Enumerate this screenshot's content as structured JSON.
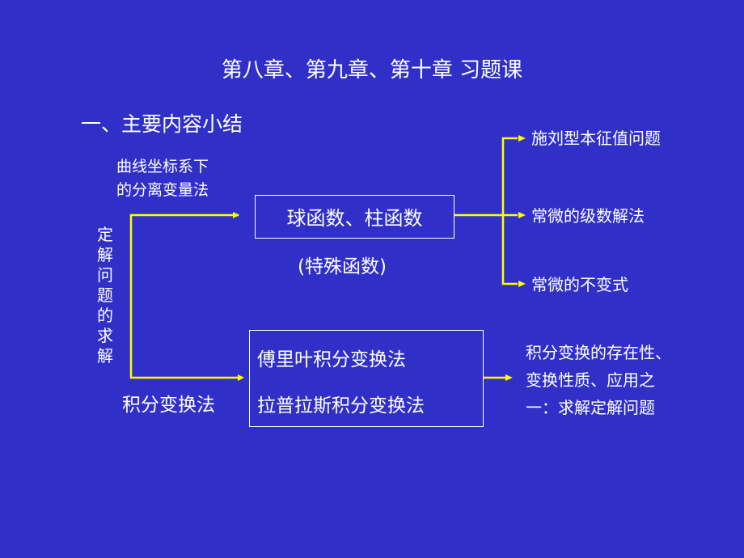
{
  "title": "第八章、第九章、第十章  习题课",
  "section_heading": "一、主要内容小结",
  "vertical_label": "定解问题的求解",
  "method1": {
    "line1": "曲线坐标系下",
    "line2": "的分离变量法"
  },
  "method2": "积分变换法",
  "box1": {
    "text": "球函数、柱函数",
    "note": "(特殊函数)"
  },
  "box2": {
    "line1": "傅里叶积分变换法",
    "line2": "拉普拉斯积分变换法"
  },
  "outcomes": [
    "施刘型本征值问题",
    "常微的级数解法",
    "常微的不变式"
  ],
  "application": {
    "line1": "积分变换的存在性、",
    "line2": "变换性质、应用之",
    "line3": "一：求解定解问题"
  },
  "colors": {
    "background": "#3030c8",
    "text": "#ffffff",
    "connector": "#ffff00"
  }
}
